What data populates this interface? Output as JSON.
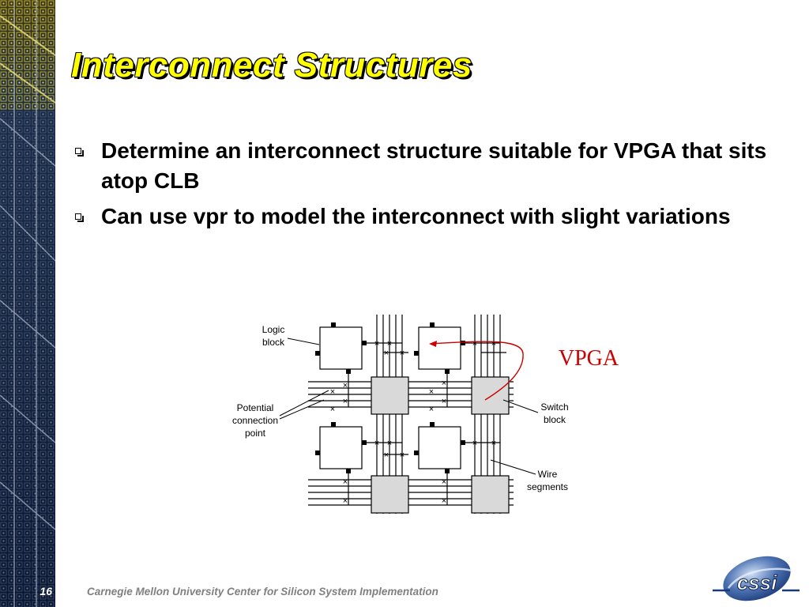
{
  "slide": {
    "title": "Interconnect Structures",
    "bullets": [
      "Determine an interconnect structure suitable for VPGA that sits atop CLB",
      "Can use vpr to model the interconnect with slight variations"
    ],
    "page_number": "16",
    "footer": "Carnegie Mellon University Center for Silicon System Implementation",
    "logo_text": "cssi",
    "colors": {
      "title": "#ffff00",
      "title_shadow": "#000000",
      "annotation": "#cc0000",
      "footer_text": "#808080",
      "side_strip": "#0a1a3a"
    }
  },
  "diagram": {
    "labels": {
      "logic_block": [
        "Logic",
        "block"
      ],
      "connection_point": [
        "Potential",
        "connection",
        "point"
      ],
      "switch_block": [
        "Switch",
        "block"
      ],
      "wire_segments": [
        "Wire",
        "segments"
      ]
    },
    "annotation": "VPGA"
  }
}
